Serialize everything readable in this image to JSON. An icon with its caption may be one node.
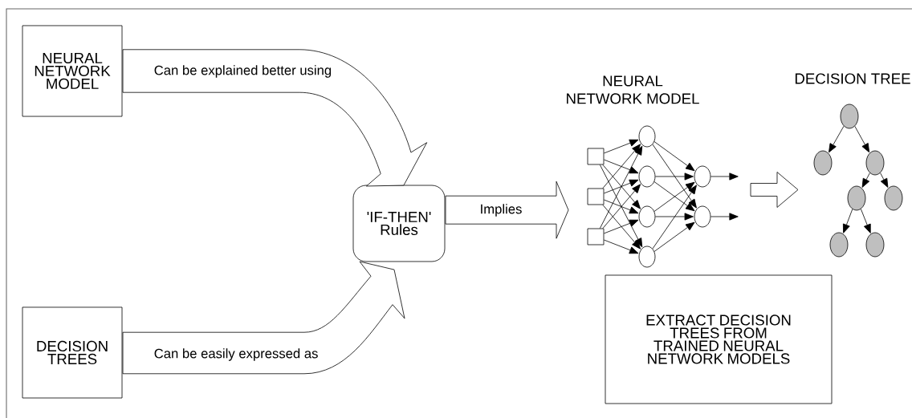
{
  "diagram": {
    "nodes": [
      {
        "text": [
          "NEURAL NETWORK MODEL"
        ]
      },
      {
        "text": [
          "DECISION TREES"
        ]
      },
      {
        "text": [
          "'IF-THEN' Rules"
        ]
      },
      {
        "text": [],
        "shape": "box"
      },
      {
        "text": [],
        "shape": "box"
      },
      {
        "text": [],
        "shape": "box"
      },
      {
        "text": [],
        "shape": "circle"
      },
      {
        "text": [],
        "shape": "circle"
      },
      {
        "text": [],
        "shape": "circle"
      },
      {
        "text": [],
        "shape": "circle"
      },
      {
        "text": [],
        "shape": "circle"
      },
      {
        "text": [],
        "shape": "circle"
      },
      {
        "text": [],
        "shape": "circle"
      },
      {
        "text": [],
        "shape": "circle"
      },
      {
        "text": [],
        "shape": "circle"
      },
      {
        "text": [],
        "shape": "circle"
      },
      {
        "text": [],
        "shape": "circle"
      },
      {
        "text": [],
        "shape": "circle"
      },
      {
        "text": [],
        "shape": "circle"
      },
      {
        "text": [
          "EXTRACT DECISION TREES FROM TRAINED NEURAL NETWORK MODELS"
        ]
      }
    ],
    "edges": [
      {
        "from": 0,
        "to": 2,
        "arrow": "to",
        "label": "Can be explained better using",
        "style": "thick"
      },
      {
        "from": 1,
        "to": 2,
        "arrow": "to",
        "label": "Can be easily expressed as",
        "style": "thick"
      },
      {
        "from": 2,
        "to": 4,
        "arrow": "to",
        "label": "Implies",
        "style": "thick"
      },
      {
        "from": 11,
        "to": 13,
        "arrow": "to",
        "style": "thick"
      },
      {
        "from": 3,
        "to": 6,
        "arrow": "to"
      },
      {
        "from": 3,
        "to": 7,
        "arrow": "to"
      },
      {
        "from": 3,
        "to": 8,
        "arrow": "to"
      },
      {
        "from": 3,
        "to": 9,
        "arrow": "to"
      },
      {
        "from": 4,
        "to": 6,
        "arrow": "to"
      },
      {
        "from": 4,
        "to": 7,
        "arrow": "to"
      },
      {
        "from": 4,
        "to": 8,
        "arrow": "to"
      },
      {
        "from": 4,
        "to": 9,
        "arrow": "to"
      },
      {
        "from": 5,
        "to": 6,
        "arrow": "to"
      },
      {
        "from": 5,
        "to": 7,
        "arrow": "to"
      },
      {
        "from": 5,
        "to": 8,
        "arrow": "to"
      },
      {
        "from": 5,
        "to": 9,
        "arrow": "to"
      },
      {
        "from": 6,
        "to": 10,
        "arrow": "to"
      },
      {
        "from": 6,
        "to": 11,
        "arrow": "to"
      },
      {
        "from": 7,
        "to": 10,
        "arrow": "to"
      },
      {
        "from": 7,
        "to": 11,
        "arrow": "to"
      },
      {
        "from": 8,
        "to": 10,
        "arrow": "to"
      },
      {
        "from": 8,
        "to": 11,
        "arrow": "to"
      },
      {
        "from": 9,
        "to": 10,
        "arrow": "to"
      },
      {
        "from": 9,
        "to": 11,
        "arrow": "to"
      },
      {
        "from": 10,
        "to": null,
        "arrow": "to"
      },
      {
        "from": 11,
        "to": null,
        "arrow": "to"
      },
      {
        "from": 12,
        "to": 13,
        "arrow": "to"
      },
      {
        "from": 12,
        "to": 14,
        "arrow": "to"
      },
      {
        "from": 14,
        "to": 15,
        "arrow": "to"
      },
      {
        "from": 14,
        "to": 16,
        "arrow": "to"
      },
      {
        "from": 15,
        "to": 17,
        "arrow": "to"
      },
      {
        "from": 15,
        "to": 18,
        "arrow": "to"
      }
    ],
    "labels": [
      "NEURAL NETWORK MODEL",
      "DECISION TREE"
    ]
  }
}
